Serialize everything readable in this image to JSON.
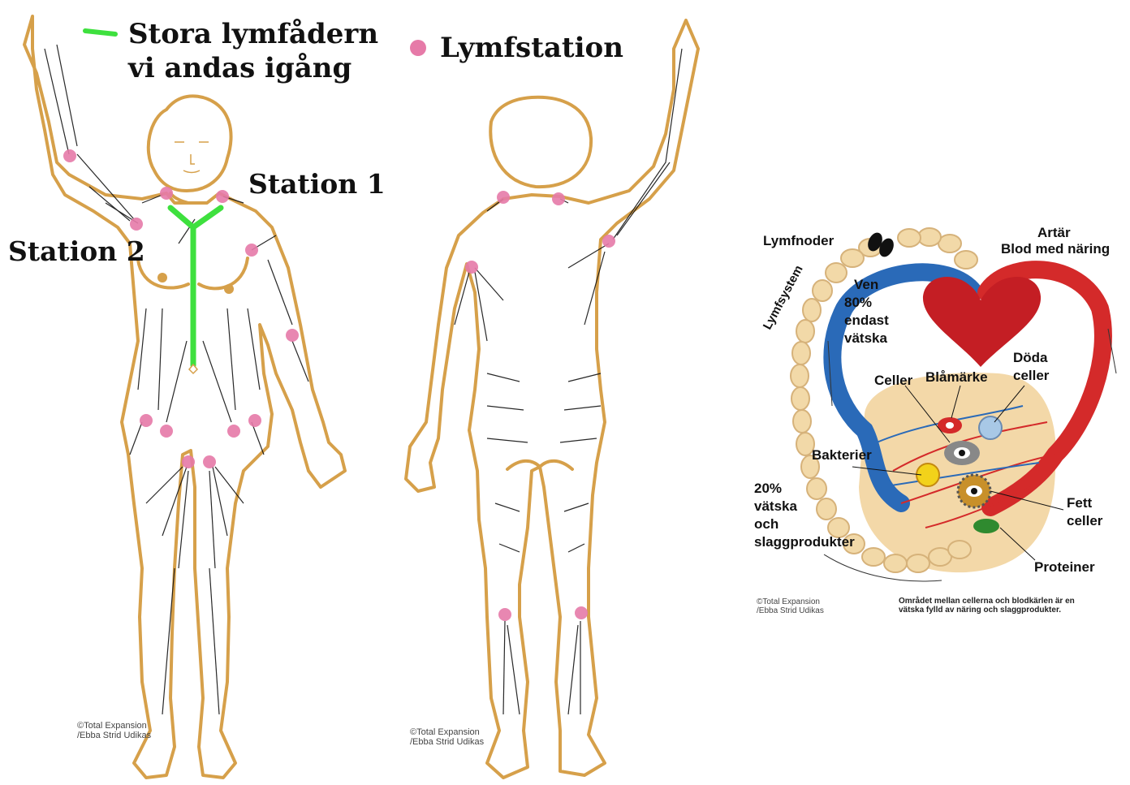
{
  "legend": {
    "main_vessel_line1": "Stora lymfådern",
    "main_vessel_line2": "vi andas igång",
    "main_vessel_color": "#3ee03e",
    "station_label": "Lymfstation",
    "station_color": "#e67aa8"
  },
  "front_figure": {
    "station_1_label": "Station 1",
    "station_2_label": "Station 2",
    "credit_line1": "©Total Expansion",
    "credit_line2": "/Ebba Strid Udikas",
    "outline_color": "#d6a04a"
  },
  "back_figure": {
    "credit_line1": "©Total Expansion",
    "credit_line2": "/Ebba Strid Udikas"
  },
  "circulation": {
    "lymfnoder": "Lymfnoder",
    "lymfsystem": "Lymfsystem",
    "artar_line1": "Artär",
    "artar_line2": "Blod med näring",
    "ven_line1": "Ven",
    "ven_line2": "80%",
    "ven_line3": "endast",
    "ven_line4": "vätska",
    "doda_line1": "Döda",
    "doda_line2": "celler",
    "celler": "Celler",
    "blamarke": "Blåmärke",
    "bakterier": "Bakterier",
    "fett_line1": "Fett",
    "fett_line2": "celler",
    "proteiner": "Proteiner",
    "pct_line1": "20%",
    "pct_line2": "vätska",
    "pct_line3": "och",
    "pct_line4": "slaggprodukter",
    "credit_line1": "©Total Expansion",
    "credit_line2": "/Ebba Strid Udikas",
    "caption_line1": "Området mellan cellerna och blodkärlen är en",
    "caption_line2": "vätska fylld av näring och slaggprodukter.",
    "artery_color": "#d42a2a",
    "vein_color": "#2a6ab8",
    "heart_color": "#c41e24",
    "tissue_color": "#f3d8a8"
  }
}
